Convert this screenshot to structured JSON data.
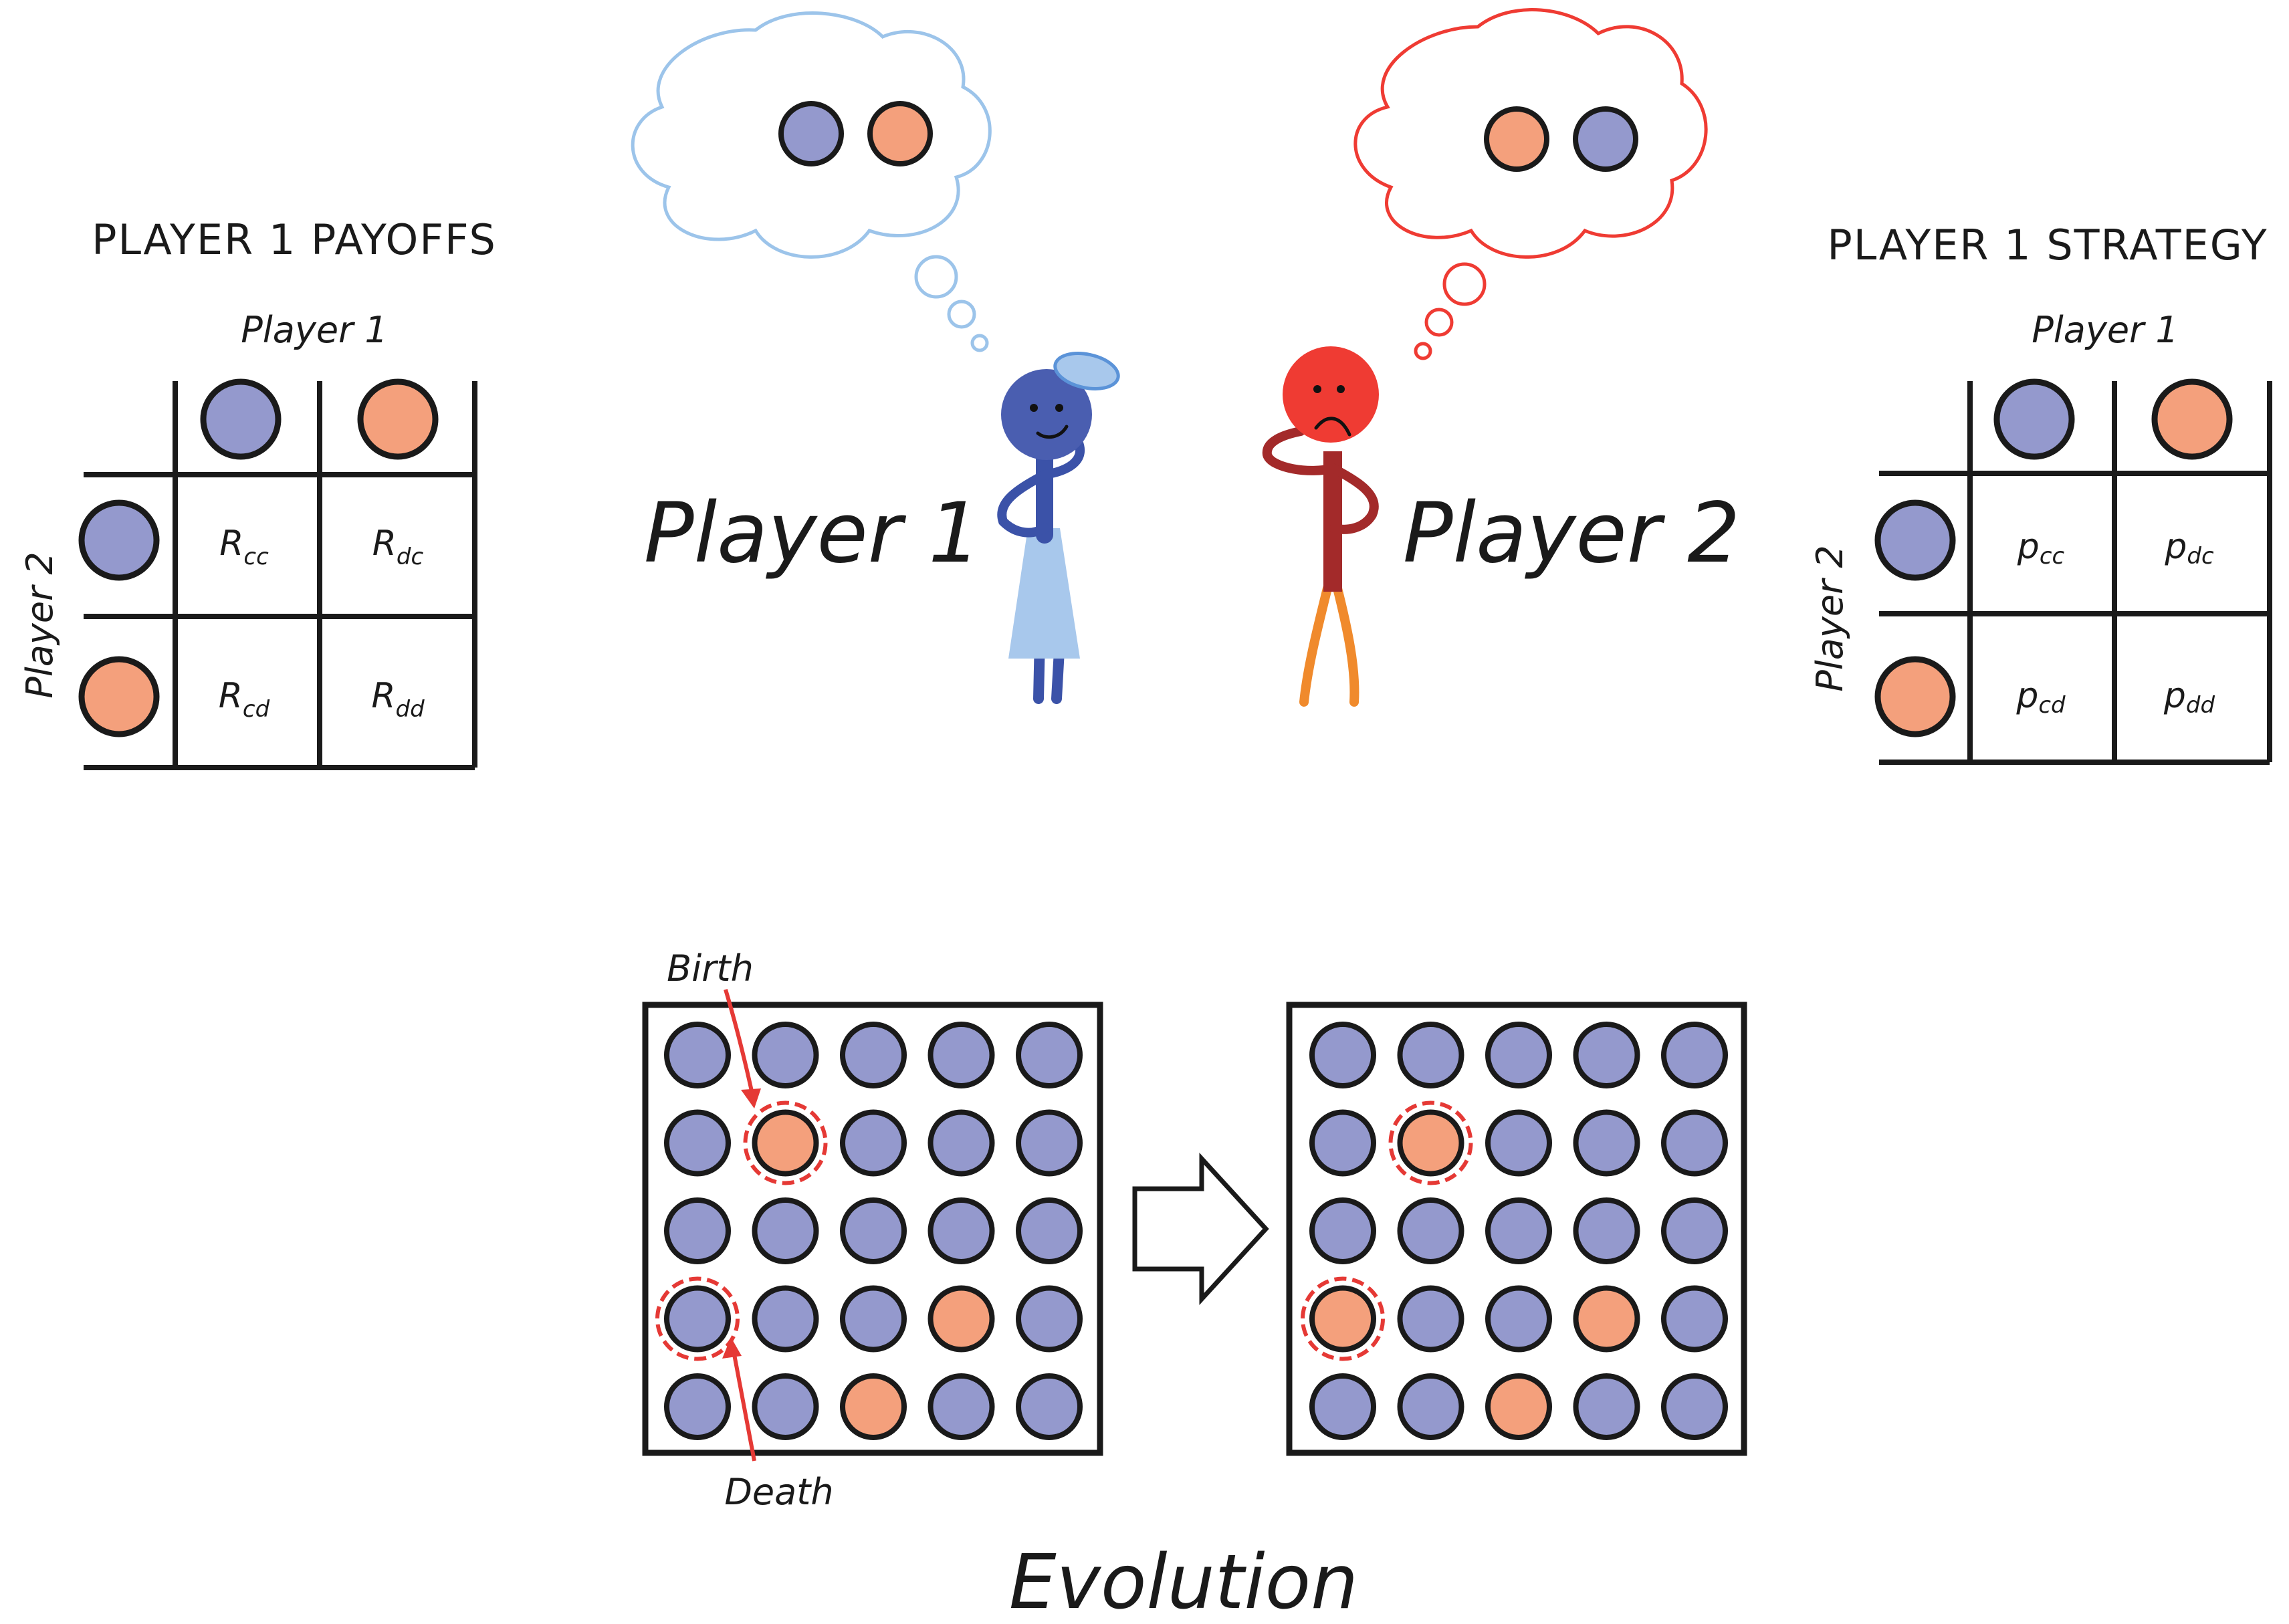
{
  "colors": {
    "cooperator": "#9499cd",
    "defector": "#f4a07c",
    "outline": "#1a1a1a",
    "marker": "#e53935",
    "player1_body": "#3b52a8",
    "player1_head": "#4a5eb0",
    "player1_cap": "#a8c8ec",
    "player1_skirt": "#a8c8ec",
    "player1_thought": "#9cc4ea",
    "player2_head": "#ef3b33",
    "player2_torso": "#a32a2a",
    "player2_legs": "#f08a2c",
    "player2_thought": "#ef3b33"
  },
  "payoff_table": {
    "heading": "PLAYER 1 PAYOFFS",
    "col_axis": "Player 1",
    "row_axis": "Player 2",
    "col_headers": [
      "cooperator",
      "defector"
    ],
    "row_headers": [
      "cooperator",
      "defector"
    ],
    "cells": [
      [
        {
          "main": "R",
          "sub": "cc"
        },
        {
          "main": "R",
          "sub": "dc"
        }
      ],
      [
        {
          "main": "R",
          "sub": "cd"
        },
        {
          "main": "R",
          "sub": "dd"
        }
      ]
    ]
  },
  "strategy_table": {
    "heading": "PLAYER 1 STRATEGY",
    "col_axis": "Player 1",
    "row_axis": "Player 2",
    "col_headers": [
      "cooperator",
      "defector"
    ],
    "row_headers": [
      "cooperator",
      "defector"
    ],
    "cells": [
      [
        {
          "main": "p",
          "sub": "cc"
        },
        {
          "main": "p",
          "sub": "dc"
        }
      ],
      [
        {
          "main": "p",
          "sub": "cd"
        },
        {
          "main": "p",
          "sub": "dd"
        }
      ]
    ]
  },
  "players": {
    "player1": {
      "label": "Player 1",
      "thought": [
        "cooperator",
        "defector"
      ]
    },
    "player2": {
      "label": "Player 2",
      "thought": [
        "defector",
        "cooperator"
      ]
    }
  },
  "evolution": {
    "title": "Evolution",
    "birth_label": "Birth",
    "death_label": "Death",
    "before_grid": [
      [
        "C",
        "C",
        "C",
        "C",
        "C"
      ],
      [
        "C",
        "D",
        "C",
        "C",
        "C"
      ],
      [
        "C",
        "C",
        "C",
        "C",
        "C"
      ],
      [
        "C",
        "C",
        "C",
        "D",
        "C"
      ],
      [
        "C",
        "C",
        "D",
        "C",
        "C"
      ]
    ],
    "after_grid": [
      [
        "C",
        "C",
        "C",
        "C",
        "C"
      ],
      [
        "C",
        "D",
        "C",
        "C",
        "C"
      ],
      [
        "C",
        "C",
        "C",
        "C",
        "C"
      ],
      [
        "D",
        "C",
        "C",
        "D",
        "C"
      ],
      [
        "C",
        "C",
        "D",
        "C",
        "C"
      ]
    ],
    "birth_cell": {
      "row": 1,
      "col": 1
    },
    "death_cell": {
      "row": 3,
      "col": 0
    }
  }
}
